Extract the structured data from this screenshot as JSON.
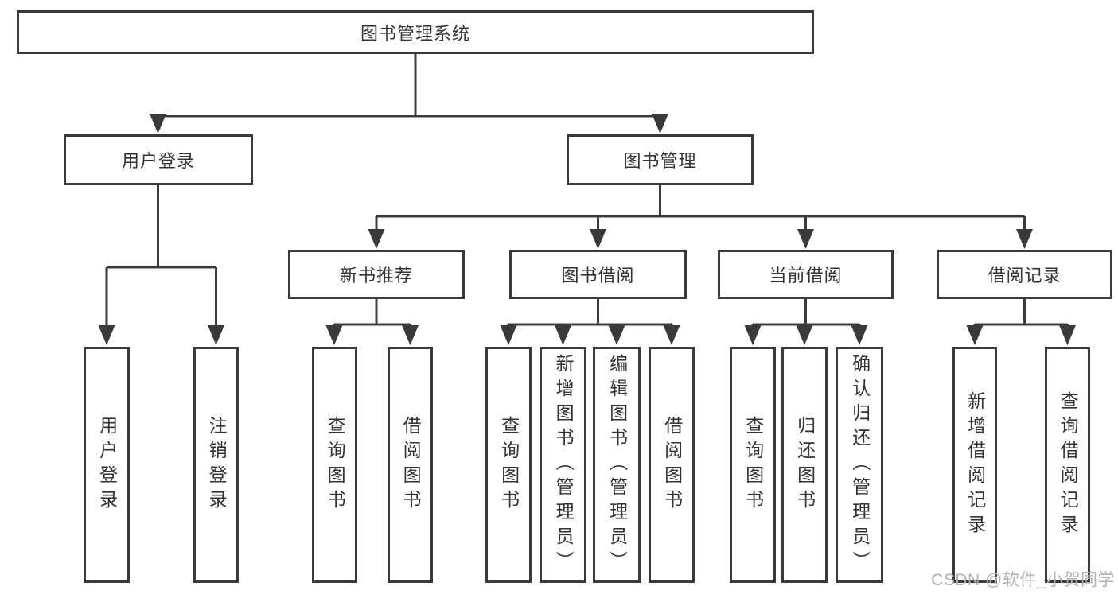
{
  "tree": {
    "label": "图书管理系统",
    "children": [
      {
        "label": "用户登录",
        "children": [
          {
            "label": "用户登录"
          },
          {
            "label": "注销登录"
          }
        ]
      },
      {
        "label": "图书管理",
        "children": [
          {
            "label": "新书推荐",
            "children": [
              {
                "label": "查询图书"
              },
              {
                "label": "借阅图书"
              }
            ]
          },
          {
            "label": "图书借阅",
            "children": [
              {
                "label": "查询图书"
              },
              {
                "label": "新增图书（管理员）"
              },
              {
                "label": "编辑图书（管理员）"
              },
              {
                "label": "借阅图书"
              }
            ]
          },
          {
            "label": "当前借阅",
            "children": [
              {
                "label": "查询图书"
              },
              {
                "label": "归还图书"
              },
              {
                "label": "确认归还（管理员）"
              }
            ]
          },
          {
            "label": "借阅记录",
            "children": [
              {
                "label": "新增借阅记录"
              },
              {
                "label": "查询借阅记录"
              }
            ]
          }
        ]
      }
    ]
  },
  "watermark": "CSDN @软件_小贺同学",
  "colors": {
    "line": "#3a3a3a",
    "text": "#333333",
    "watermark": "#b2b2b2",
    "bg": "#ffffff"
  }
}
